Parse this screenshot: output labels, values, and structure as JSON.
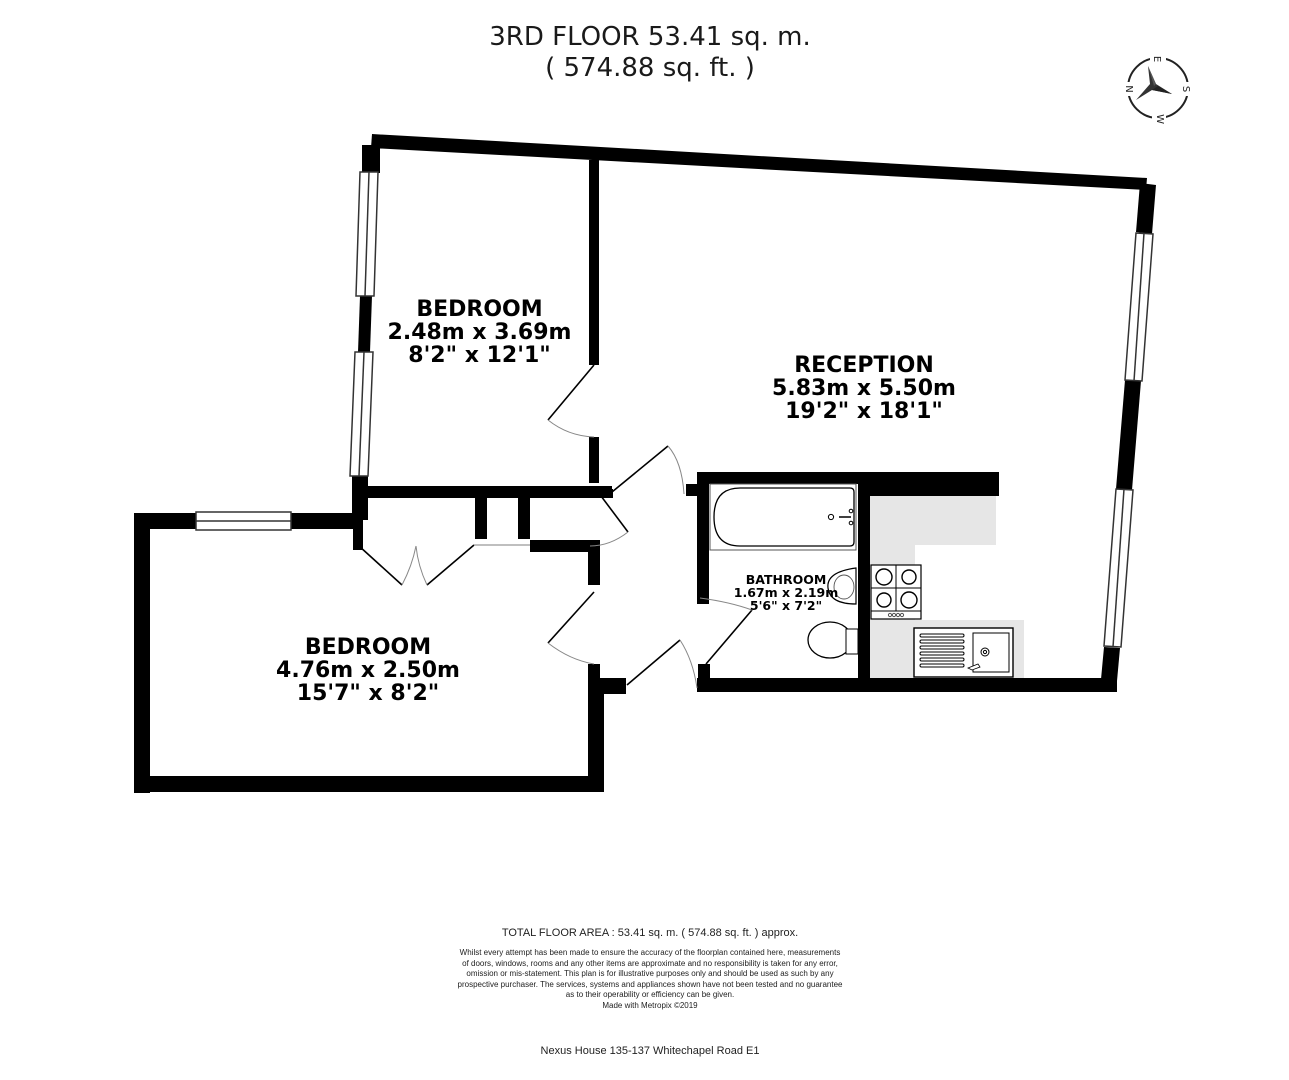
{
  "header": {
    "floor_title": "3RD FLOOR 53.41 sq. m.",
    "floor_area_ft": "( 574.88 sq. ft. )"
  },
  "compass": {
    "icon": "compass-rose-icon",
    "labels": [
      "N",
      "E",
      "S",
      "W"
    ]
  },
  "rooms": [
    {
      "name": "BEDROOM",
      "metric": "2.48m x 3.69m",
      "imperial": "8'2\" x 12'1\""
    },
    {
      "name": "RECEPTION",
      "metric": "5.83m x 5.50m",
      "imperial": "19'2\" x 18'1\""
    },
    {
      "name": "BEDROOM",
      "metric": "4.76m x 2.50m",
      "imperial": "15'7\" x 8'2\""
    },
    {
      "name": "BATHROOM",
      "metric": "1.67m x 2.19m",
      "imperial": "5'6\" x 7'2\""
    }
  ],
  "footer": {
    "total_area": "TOTAL FLOOR AREA : 53.41 sq. m. ( 574.88 sq. ft. ) approx.",
    "disclaimer_lines": [
      "Whilst every attempt has been made to ensure the accuracy of the floorplan contained here, measurements",
      "of doors, windows, rooms and any other items are approximate and no responsibility is taken for any error,",
      "omission or mis-statement. This plan is for illustrative purposes only and should be used as such by any",
      "prospective purchaser. The services, systems and appliances shown have not been tested and no guarantee",
      "as to their operability or efficiency can be given."
    ],
    "credit": "Made with Metropix ©2019",
    "address": "Nexus House 135-137 Whitechapel Road E1"
  },
  "colors": {
    "wall": "#000000",
    "counter": "#e6e6e6",
    "door_arc": "#888888",
    "text": "#111111"
  }
}
